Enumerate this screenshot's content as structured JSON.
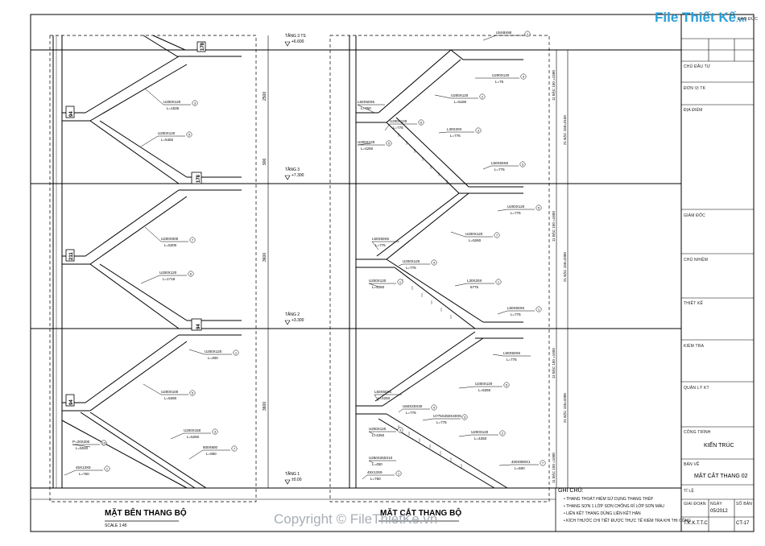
{
  "logo": {
    "brand": "File Thiết Kế",
    "domain": ".vn",
    "corner": "ĐẠO ĐỨC"
  },
  "watermark": "Copyright © FileThietKe.vn",
  "views": {
    "left_title": "MẶT BÊN THANG BỘ",
    "left_scale": "SCALE 1:45",
    "right_title": "MẶT CẮT THANG BỘ"
  },
  "levels": {
    "roof_name": "TẦNG 3 TS",
    "roof_elev": "+6.600",
    "l3_name": "TẦNG 3",
    "l3_elev": "+7.300",
    "l2_name": "TẦNG 2",
    "l2_elev": "+3.300",
    "l1_name": "TẦNG 1",
    "l1_elev": "±0.00"
  },
  "dims_vertical": [
    "2500",
    "900",
    "3600",
    "3600"
  ],
  "dims_right": [
    "11 BẬC 150 =1500",
    "21 BẬC 150=3150",
    "11 BẬC 150 =1650",
    "21 BẬC 150=3300",
    "11 BẬC 150 =1650",
    "21 BẬC 150=3300",
    "11 BẬC 150 =1600",
    "21 BẬC 150 =1800"
  ],
  "left_labels": [
    {
      "t1": "U200X120",
      "t2": "L=1535",
      "n": "3"
    },
    {
      "t1": "U200X120",
      "t2": "L=5482",
      "n": "5"
    },
    {
      "t1": "U200X000",
      "t2": "L=5200",
      "n": "7"
    },
    {
      "t1": "U200X120",
      "t2": "L=1718",
      "n": "6"
    },
    {
      "t1": "U200X120",
      "t2": "L=300",
      "n": "1"
    },
    {
      "t1": "U200X100",
      "t2": "L=5280",
      "n": "5"
    },
    {
      "t1": "U200X150",
      "t2": "L=5250",
      "n": "3"
    },
    {
      "t1": "P=20X200",
      "t2": "L=5040",
      "n": "10"
    },
    {
      "t1": "500X800",
      "t2": "L=950",
      "n": "7"
    },
    {
      "t1": "45X13X9",
      "t2": "L=750",
      "n": "1"
    }
  ],
  "left_tags": [
    "178",
    "94",
    "178",
    "211",
    "94",
    "94"
  ],
  "right_labels": [
    {
      "t1": "U5X8X90",
      "t2": "",
      "n": "1"
    },
    {
      "t1": "U200X120",
      "t2": "L=75",
      "n": "4"
    },
    {
      "t1": "U200X120",
      "t2": "L=5180",
      "n": "2"
    },
    {
      "t1": "L50X50X6",
      "t2": "L=750",
      "n": ""
    },
    {
      "t1": "U200X120",
      "t2": "L=775",
      "n": "6"
    },
    {
      "t1": "L30X20X",
      "t2": "L=775",
      "n": "3"
    },
    {
      "t1": "U200X120",
      "t2": "L=4250",
      "n": "5"
    },
    {
      "t1": "L50X50X6",
      "t2": "L=775",
      "n": "3"
    },
    {
      "t1": "U200X120",
      "t2": "L=775",
      "n": "5"
    },
    {
      "t1": "U200X120",
      "t2": "L=5260",
      "n": "7"
    },
    {
      "t1": "L50X50X6",
      "t2": "L=775",
      "n": ""
    },
    {
      "t1": "U200X120",
      "t2": "L=775",
      "n": "4"
    },
    {
      "t1": "U200X120",
      "t2": "L=4250",
      "n": "1"
    },
    {
      "t1": "L30X20X",
      "t2": "5775",
      "n": "1"
    },
    {
      "t1": "L50X50X6",
      "t2": "L=775",
      "n": "1"
    },
    {
      "t1": "L50X50X6",
      "t2": "L=775",
      "n": ""
    },
    {
      "t1": "U200X120",
      "t2": "L=5250",
      "n": "5"
    },
    {
      "t1": "L50X50X6",
      "t2": "L=4250",
      "n": ""
    },
    {
      "t1": "U50X20X30",
      "t2": "L=775",
      "n": "4"
    },
    {
      "t1": "U775X250X40X5",
      "t2": "L=775",
      "n": "3"
    },
    {
      "t1": "U200X120",
      "t2": "L=4250",
      "n": "3"
    },
    {
      "t1": "U200X120",
      "t2": "L=4250",
      "n": "2"
    },
    {
      "t1": "U250X250X10",
      "t2": "L=450",
      "n": ""
    },
    {
      "t1": "400X800X1",
      "t2": "L=600",
      "n": "7"
    },
    {
      "t1": "45X13X9",
      "t2": "L=750",
      "n": "1"
    }
  ],
  "titleblock": {
    "rows": [
      "CHỦ ĐẦU TƯ",
      "ĐƠN VỊ TK",
      "ĐỊA ĐIỂM",
      "GIÁM ĐỐC",
      "CHỦ NHIỆM",
      "THIẾT KẾ",
      "KIỂM TRA",
      "QUẢN LÝ KT"
    ],
    "project_label": "CÔNG TRÌNH",
    "project": "KIẾN TRÚC",
    "drawing_label": "BẢN VẼ",
    "drawing": "MẶT CẮT THANG 02",
    "scale_label": "TỈ LỆ",
    "scale": "",
    "phase_label": "GIAI ĐOẠN",
    "date_label": "NGÀY",
    "sheet_label": "SỐ BẢN",
    "phase": "T.K.K.T.T.C",
    "date": "05/2012",
    "sheet": "CT-17"
  },
  "notes": {
    "title": "GHI CHÚ:",
    "items": [
      "THANG THOÁT HIỂM SỬ DỤNG THANG THÉP",
      "THANG SƠN 1 LỚP SƠN CHỐNG RỈ LỚP SƠN MÀU",
      "LIÊN KẾT THANG DÙNG LIÊN KẾT HÀN",
      "KÍCH THƯỚC CHI TIẾT ĐƯỢC THỰC TẾ KIỂM TRA KHI THI CÔNG"
    ]
  }
}
